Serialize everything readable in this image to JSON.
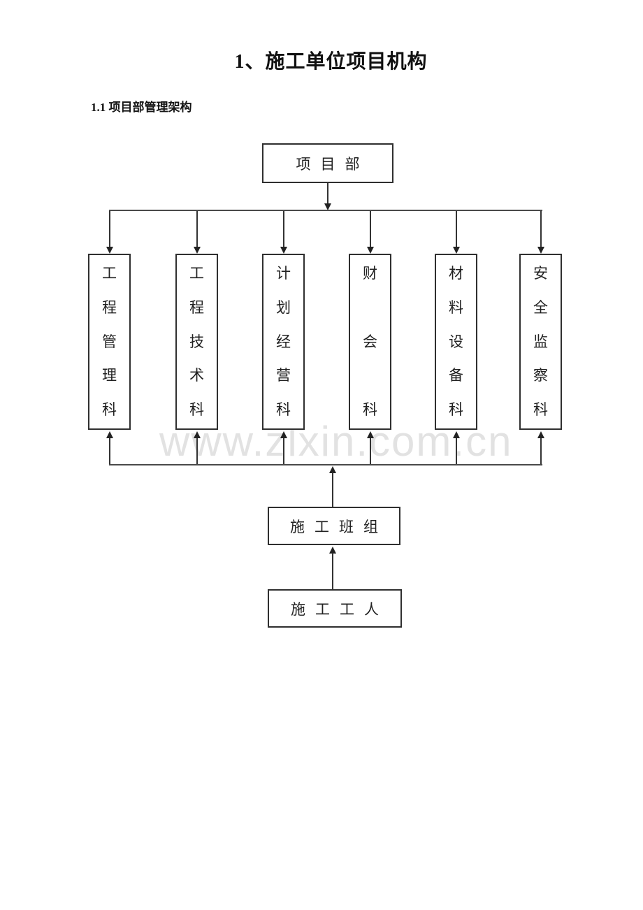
{
  "document": {
    "title": "1、施工单位项目机构",
    "section_heading": "1.1 项目部管理架构"
  },
  "watermark": {
    "text": "www.zlxin.com.cn"
  },
  "org_chart": {
    "root": {
      "label": "项目部"
    },
    "departments": [
      {
        "label": "工程管理科"
      },
      {
        "label": "工程技术科"
      },
      {
        "label": "计划经营科"
      },
      {
        "label": "财会科"
      },
      {
        "label": "材料设备科"
      },
      {
        "label": "安全监察科"
      }
    ],
    "crew": {
      "label": "施工班组"
    },
    "workers": {
      "label": "施工工人"
    }
  }
}
